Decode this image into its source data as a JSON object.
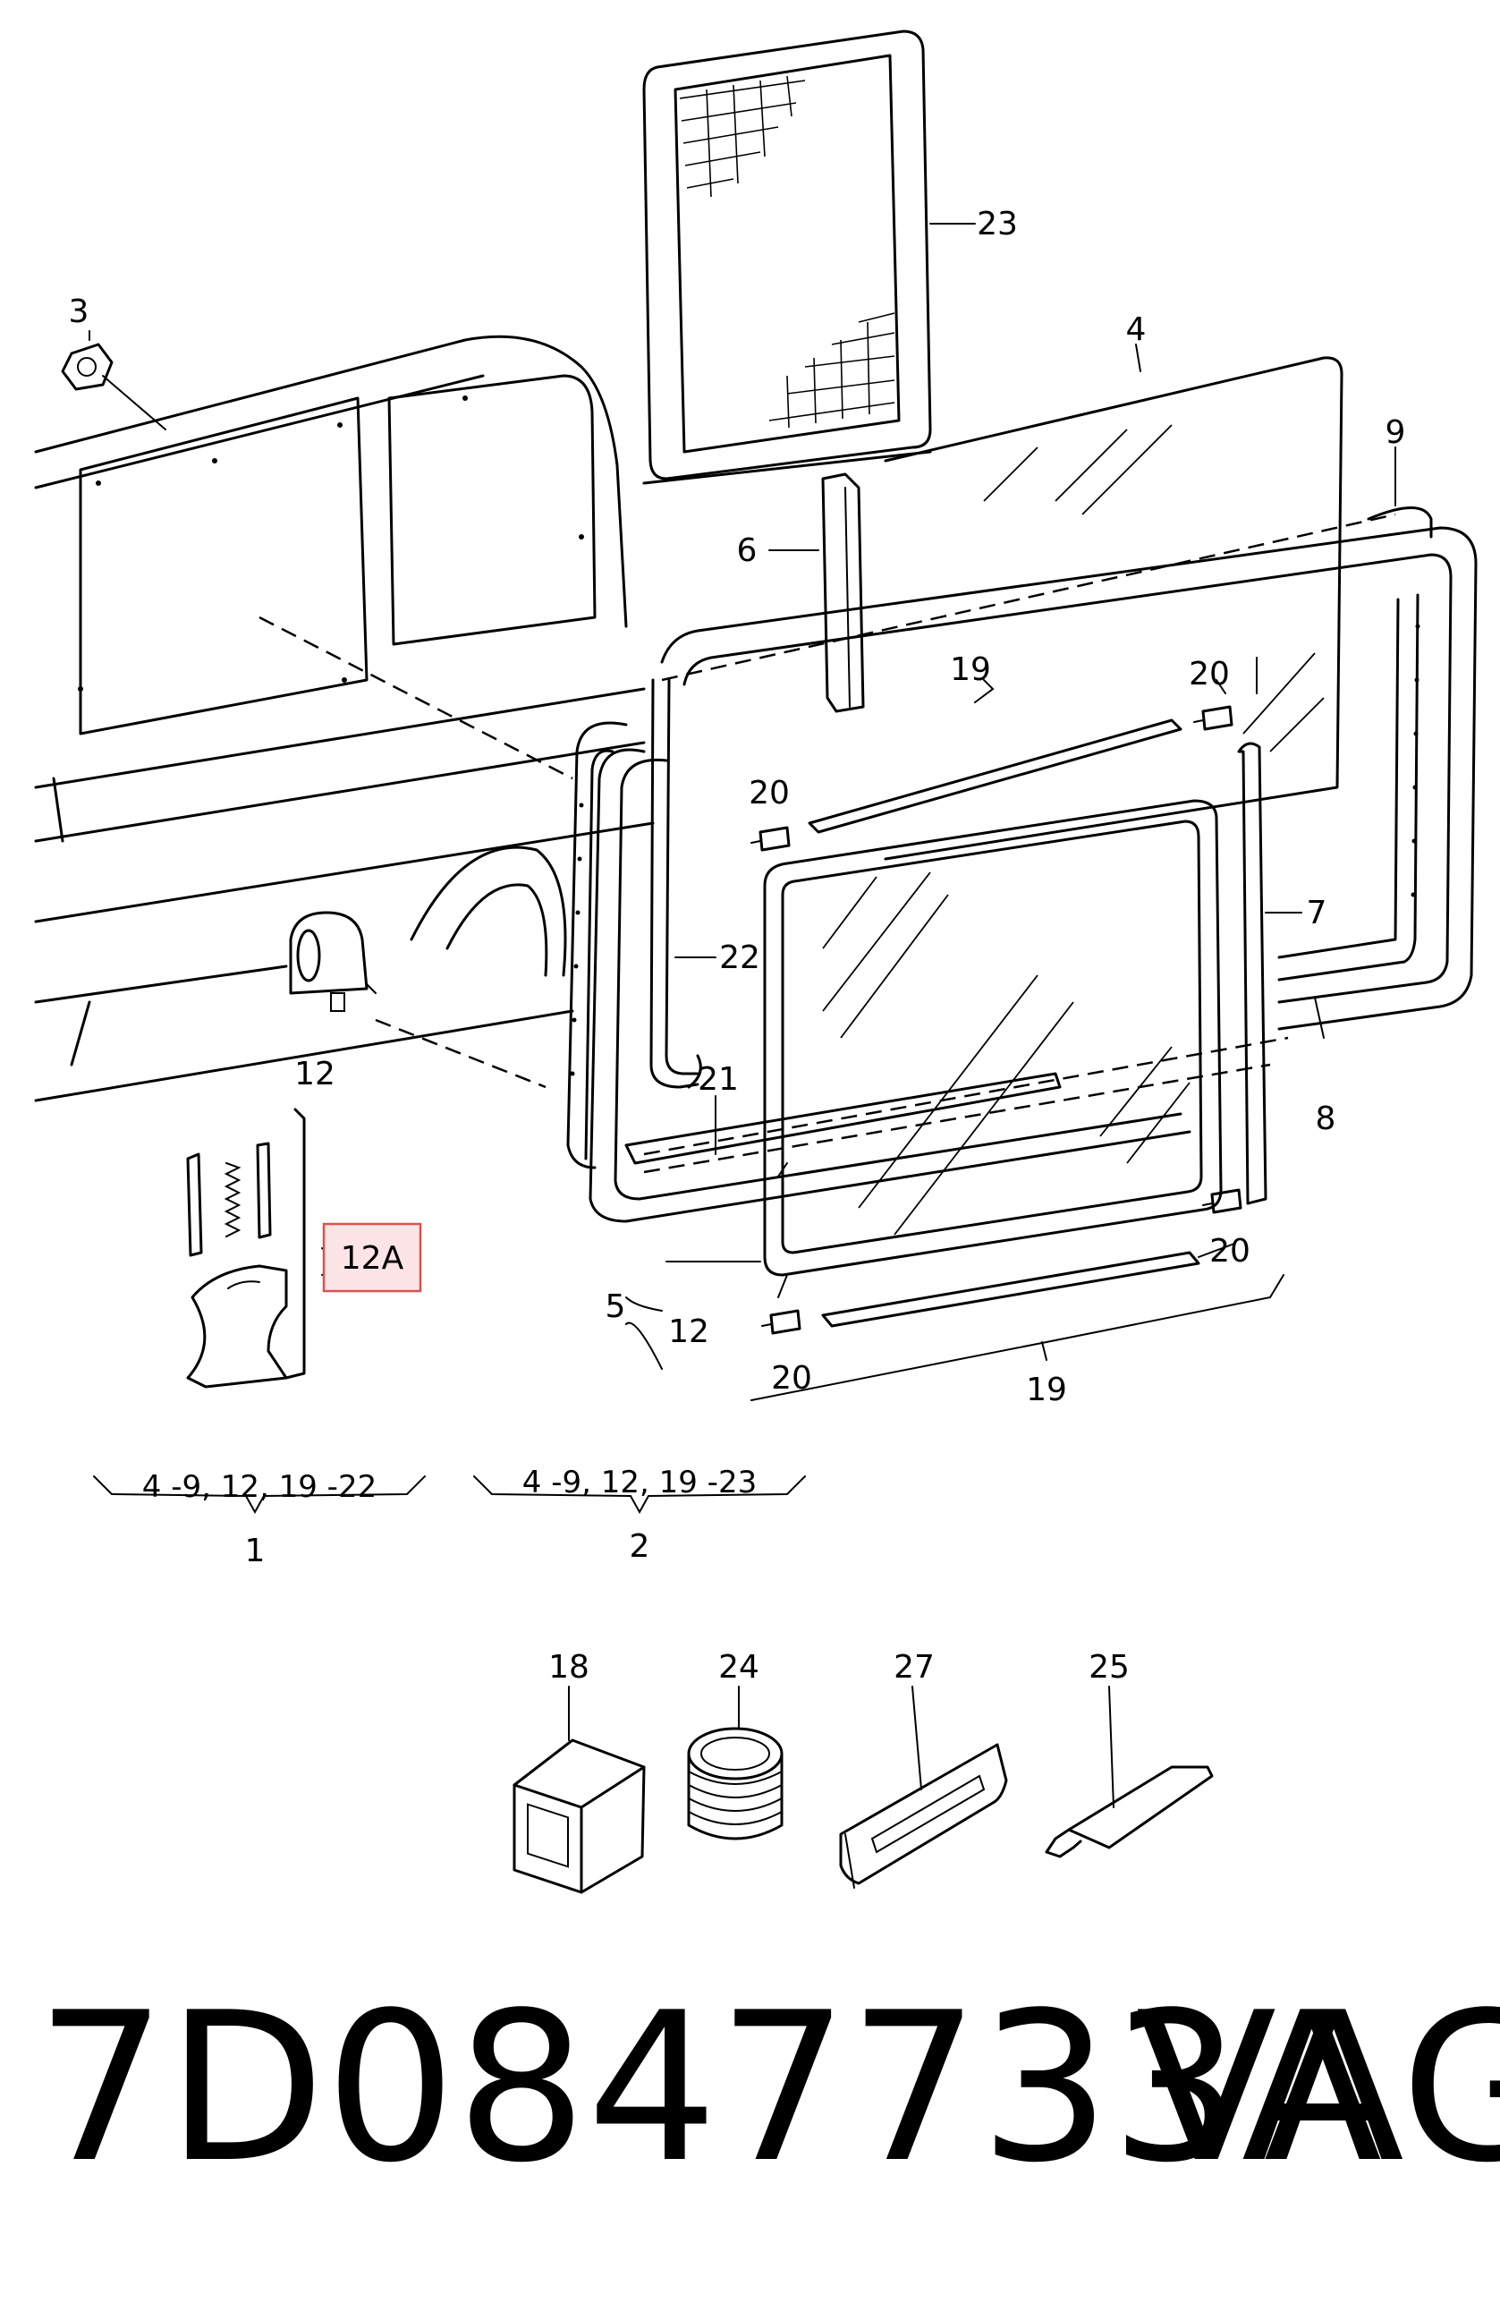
{
  "diagram": {
    "callouts": {
      "c1": "1",
      "c2": "2",
      "c3": "3",
      "c4": "4",
      "c5": "5",
      "c6": "6",
      "c7": "7",
      "c8": "8",
      "c9": "9",
      "c12a": "12",
      "c12b": "12",
      "c12c": "12A",
      "c18": "18",
      "c19a": "19",
      "c19b": "19",
      "c20a": "20",
      "c20b": "20",
      "c20c": "20",
      "c20d": "20",
      "c21": "21",
      "c22": "22",
      "c23": "23",
      "c24": "24",
      "c25": "25",
      "c27": "27"
    },
    "groups": {
      "g1_range": "4 -9,  12, 19 -22",
      "g2_range": "4 -9,  12, 19 -23"
    }
  },
  "footer": {
    "part_number": "7D0847733A",
    "manufacturer": "VAG"
  },
  "colors": {
    "line": "#000000",
    "highlight_fill": "#fde4e6",
    "highlight_stroke": "#d9534f"
  }
}
